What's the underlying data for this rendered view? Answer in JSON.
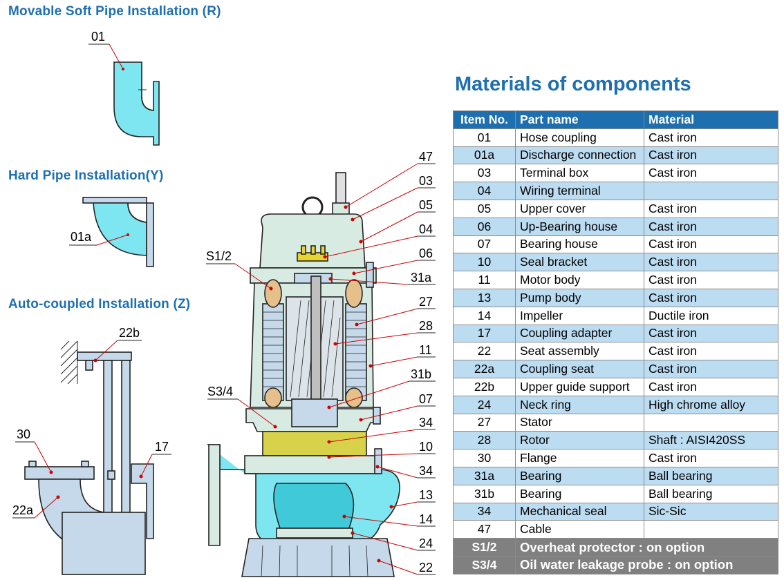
{
  "headings": {
    "soft": "Movable Soft Pipe Installation (R)",
    "hard": "Hard Pipe  Installation(Y)",
    "auto": "Auto-coupled Installation (Z)",
    "materials": "Materials of components"
  },
  "callouts": {
    "c01": "01",
    "c01a": "01a",
    "c22b": "22b",
    "c30": "30",
    "c17": "17",
    "c22a": "22a",
    "cS12": "S1/2",
    "cS34": "S3/4",
    "r47": "47",
    "r03": "03",
    "r05": "05",
    "r04": "04",
    "r06": "06",
    "r31a": "31a",
    "r27": "27",
    "r28": "28",
    "r11": "11",
    "r31b": "31b",
    "r07": "07",
    "r34a": "34",
    "r10": "10",
    "r34b": "34",
    "r13": "13",
    "r14": "14",
    "r24": "24",
    "r22": "22"
  },
  "table": {
    "headers": [
      "Item No.",
      "Part name",
      "Material"
    ],
    "rows": [
      {
        "no": "01",
        "part": "Hose coupling",
        "material": "Cast iron"
      },
      {
        "no": "01a",
        "part": "Discharge connection",
        "material": "Cast iron"
      },
      {
        "no": "03",
        "part": "Terminal box",
        "material": "Cast iron"
      },
      {
        "no": "04",
        "part": "Wiring terminal",
        "material": ""
      },
      {
        "no": "05",
        "part": "Upper cover",
        "material": "Cast iron"
      },
      {
        "no": "06",
        "part": "Up-Bearing house",
        "material": "Cast iron"
      },
      {
        "no": "07",
        "part": "Bearing house",
        "material": "Cast iron"
      },
      {
        "no": "10",
        "part": "Seal bracket",
        "material": "Cast iron"
      },
      {
        "no": "11",
        "part": "Motor body",
        "material": "Cast iron"
      },
      {
        "no": "13",
        "part": "Pump body",
        "material": "Cast iron"
      },
      {
        "no": "14",
        "part": "Impeller",
        "material": "Ductile iron"
      },
      {
        "no": "17",
        "part": "Coupling adapter",
        "material": "Cast iron"
      },
      {
        "no": "22",
        "part": "Seat assembly",
        "material": "Cast iron"
      },
      {
        "no": "22a",
        "part": "Coupling seat",
        "material": "Cast iron"
      },
      {
        "no": "22b",
        "part": "Upper guide support",
        "material": "Cast iron"
      },
      {
        "no": "24",
        "part": "Neck ring",
        "material": "High chrome alloy"
      },
      {
        "no": "27",
        "part": "Stator",
        "material": ""
      },
      {
        "no": "28",
        "part": "Rotor",
        "material": "Shaft : AISI420SS"
      },
      {
        "no": "30",
        "part": "Flange",
        "material": "Cast iron"
      },
      {
        "no": "31a",
        "part": "Bearing",
        "material": "Ball bearing"
      },
      {
        "no": "31b",
        "part": "Bearing",
        "material": "Ball bearing"
      },
      {
        "no": "34",
        "part": "Mechanical seal",
        "material": "Sic-Sic"
      },
      {
        "no": "47",
        "part": "Cable",
        "material": ""
      }
    ],
    "options": [
      {
        "no": "S1/2",
        "text": "Overheat protector : on option"
      },
      {
        "no": "S3/4",
        "text": "Oil water leakage probe : on option"
      }
    ]
  },
  "colors": {
    "heading_blue": "#1d6fb2",
    "header_bg": "#1e6fb0",
    "alt_row": "#bcdcf2",
    "option_row": "#808080",
    "pipe_cyan": "#7ee6f0",
    "body_green": "#d7ebe3",
    "oil_yellow": "#d8d24a",
    "part_blue": "#c6d9ea"
  }
}
